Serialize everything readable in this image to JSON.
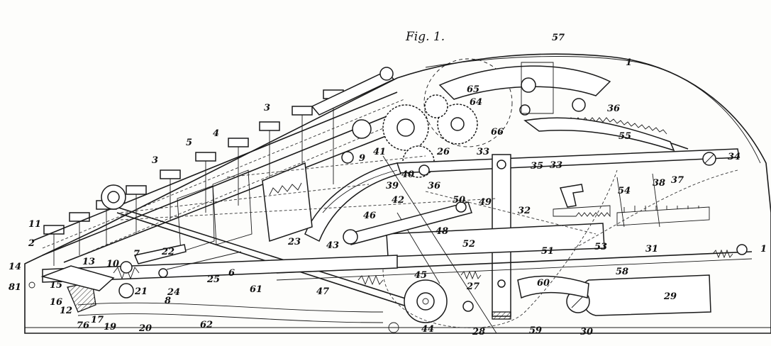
{
  "figure": {
    "title": "Fig. 1."
  },
  "labels": {
    "l1a": "1",
    "l1b": "1",
    "l2": "2",
    "l3a": "3",
    "l3b": "3",
    "l4": "4",
    "l5": "5",
    "l6": "6",
    "l7": "7",
    "l8": "8",
    "l9": "9",
    "l10": "10",
    "l11": "11",
    "l12": "12",
    "l13": "13",
    "l14": "14",
    "l15": "15",
    "l16": "16",
    "l17": "17",
    "l19": "19",
    "l20": "20",
    "l21": "21",
    "l22": "22",
    "l23": "23",
    "l24": "24",
    "l25": "25",
    "l26": "26",
    "l27": "27",
    "l28": "28",
    "l29": "29",
    "l30": "30",
    "l31": "31",
    "l32": "32",
    "l33a": "33",
    "l33b": "33",
    "l34": "34",
    "l35": "35",
    "l36a": "36",
    "l36b": "36",
    "l37": "37",
    "l38": "38",
    "l39": "39",
    "l40": "40",
    "l41": "41",
    "l42": "42",
    "l43": "43",
    "l44": "44",
    "l45": "45",
    "l46": "46",
    "l47": "47",
    "l48": "48",
    "l49": "49",
    "l50": "50",
    "l51": "51",
    "l52": "52",
    "l53": "53",
    "l54": "54",
    "l55": "55",
    "l57": "57",
    "l58": "58",
    "l59": "59",
    "l60": "60",
    "l61": "61",
    "l62": "62",
    "l64": "64",
    "l65": "65",
    "l66": "66",
    "l76": "76",
    "l81": "81"
  },
  "colors": {
    "ink": "#1a1a1a",
    "paper": "#fdfdfb"
  }
}
